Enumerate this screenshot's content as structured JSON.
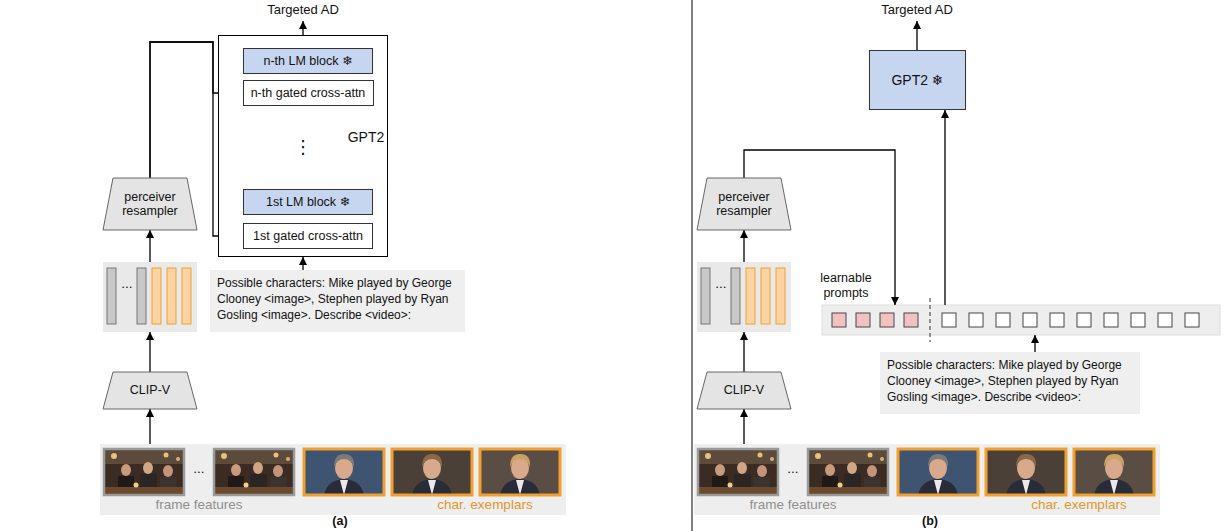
{
  "diagram": {
    "nodes": [
      {
        "text": [
          "GPT2"
        ]
      },
      {
        "text": [
          "n-th LM block ❄"
        ],
        "in": 0
      },
      {
        "text": [
          "n-th gated cross-attn"
        ],
        "in": 0
      },
      {
        "text": [
          "1st LM block ❄"
        ],
        "in": 0
      },
      {
        "text": [
          "1st gated cross-attn"
        ],
        "in": 0
      },
      {
        "text": [
          "perceiver resampler"
        ]
      },
      {
        "text": [
          "..."
        ]
      },
      {
        "text": [
          "Possible characters: Mike played by George Clooney <image>, Stephen played by Ryan Gosling <image>. Describe <video>:"
        ]
      },
      {
        "text": [
          "CLIP-V"
        ]
      },
      {
        "text": [
          "...",
          "frame features",
          "char. exemplars"
        ]
      },
      {
        "text": [
          "GPT2 ❄"
        ]
      },
      {
        "text": [
          "perceiver resampler"
        ]
      },
      {
        "text": [
          "..."
        ]
      },
      {
        "text": [
          "learnable prompts"
        ]
      },
      {
        "text": [
          "Possible characters: Mike played by George Clooney <image>, Stephen played by Ryan Gosling <image>. Describe <video>:"
        ]
      },
      {
        "text": [
          "CLIP-V"
        ]
      },
      {
        "text": [
          "...",
          "frame features",
          "char. exemplars"
        ]
      }
    ],
    "edges": [
      {
        "from": 9,
        "to": 8,
        "arrow": "to"
      },
      {
        "from": 8,
        "to": 6,
        "arrow": "to"
      },
      {
        "from": 6,
        "to": 5,
        "arrow": "to"
      },
      {
        "from": 5,
        "to": 2,
        "arrow": "to"
      },
      {
        "from": 5,
        "to": 4,
        "arrow": "to"
      },
      {
        "from": 7,
        "to": 0,
        "arrow": "to"
      },
      {
        "from": 16,
        "to": 15,
        "arrow": "to"
      },
      {
        "from": 15,
        "to": 12,
        "arrow": "to"
      },
      {
        "from": 12,
        "to": 11,
        "arrow": "to"
      },
      {
        "from": 11,
        "to": 13,
        "arrow": "to"
      },
      {
        "from": 13,
        "to": 10,
        "arrow": "to"
      },
      {
        "from": 14,
        "to": 13,
        "arrow": "to"
      }
    ],
    "labels": [
      "Targeted AD",
      "Targeted AD",
      "⋮",
      "(a)",
      "(b)"
    ]
  }
}
